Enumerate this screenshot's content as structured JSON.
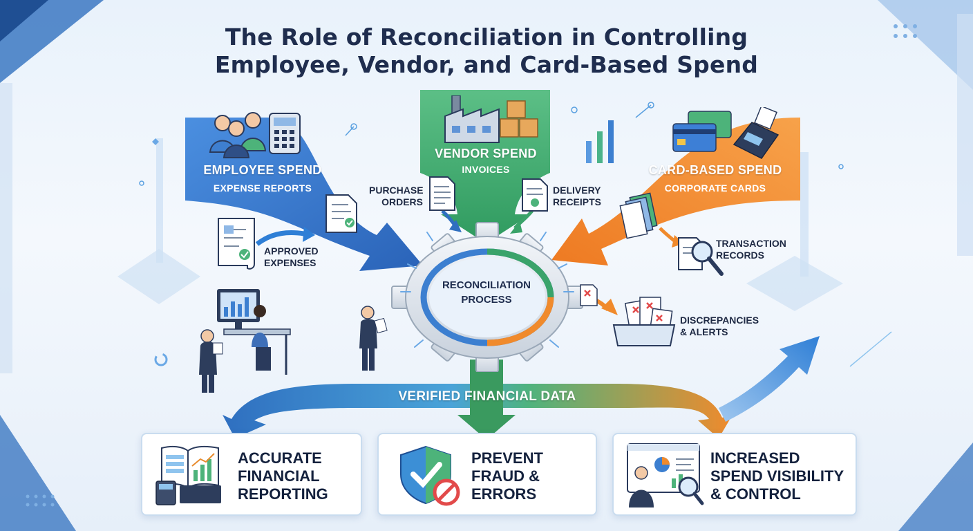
{
  "title": {
    "line1": "The Role of Reconciliation in Controlling",
    "line2": "Employee, Vendor, and Card-Based Spend"
  },
  "sources": {
    "employee": {
      "heading": "EMPLOYEE SPEND",
      "sub": "EXPENSE REPORTS",
      "color": "#2f6fc0"
    },
    "vendor": {
      "heading": "VENDOR SPEND",
      "sub": "INVOICES",
      "color": "#3aa36a"
    },
    "card": {
      "heading": "CARD-BASED SPEND",
      "sub": "CORPORATE CARDS",
      "color": "#f08a2c"
    }
  },
  "documents": {
    "purchase_orders": {
      "line1": "PURCHASE",
      "line2": "ORDERS"
    },
    "delivery_receipts": {
      "line1": "DELIVERY",
      "line2": "RECEIPTS"
    },
    "approved_expenses": {
      "line1": "APPROVED",
      "line2": "EXPENSES"
    },
    "transaction_records": {
      "line1": "TRANSACTION",
      "line2": "RECORDS"
    },
    "discrepancies": {
      "line1": "DISCREPANCIES",
      "line2": "& ALERTS"
    }
  },
  "center": {
    "line1": "RECONCILIATION",
    "line2": "PROCESS"
  },
  "band": {
    "label": "VERIFIED FINANCIAL DATA"
  },
  "outcomes": [
    {
      "line1": "ACCURATE",
      "line2": "FINANCIAL",
      "line3": "REPORTING"
    },
    {
      "line1": "PREVENT",
      "line2": "FRAUD &",
      "line3": "ERRORS"
    },
    {
      "line1": "INCREASED",
      "line2": "SPEND VISIBILITY",
      "line3": "& CONTROL"
    }
  ],
  "colors": {
    "blue": "#2f6fc0",
    "green": "#3aa36a",
    "orange": "#f08a2c",
    "navy": "#1f2d4e"
  }
}
